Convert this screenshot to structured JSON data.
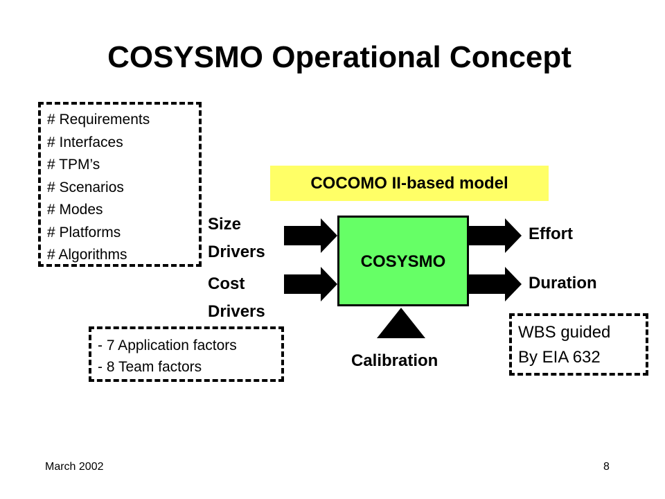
{
  "slide": {
    "title": "COSYSMO Operational Concept",
    "size_driver_items": [
      "# Requirements",
      "# Interfaces",
      "# TPM’s",
      "# Scenarios",
      "# Modes",
      "# Platforms",
      "# Algorithms"
    ],
    "cost_driver_items": [
      "- 7 Application factors",
      "- 8 Team factors"
    ],
    "model_label": "COCOMO II-based model",
    "model_name": "COSYSMO",
    "inputs": {
      "size": [
        "Size",
        "Drivers"
      ],
      "cost": [
        "Cost",
        "Drivers"
      ]
    },
    "outputs": {
      "effort": "Effort",
      "duration": "Duration"
    },
    "calibration": "Calibration",
    "wbs_note": [
      "WBS guided",
      "By EIA 632"
    ],
    "colors": {
      "model_box": "#66ff66",
      "model_label_bg": "#ffff66"
    }
  },
  "footer": {
    "date": "March 2002",
    "page": "8"
  }
}
